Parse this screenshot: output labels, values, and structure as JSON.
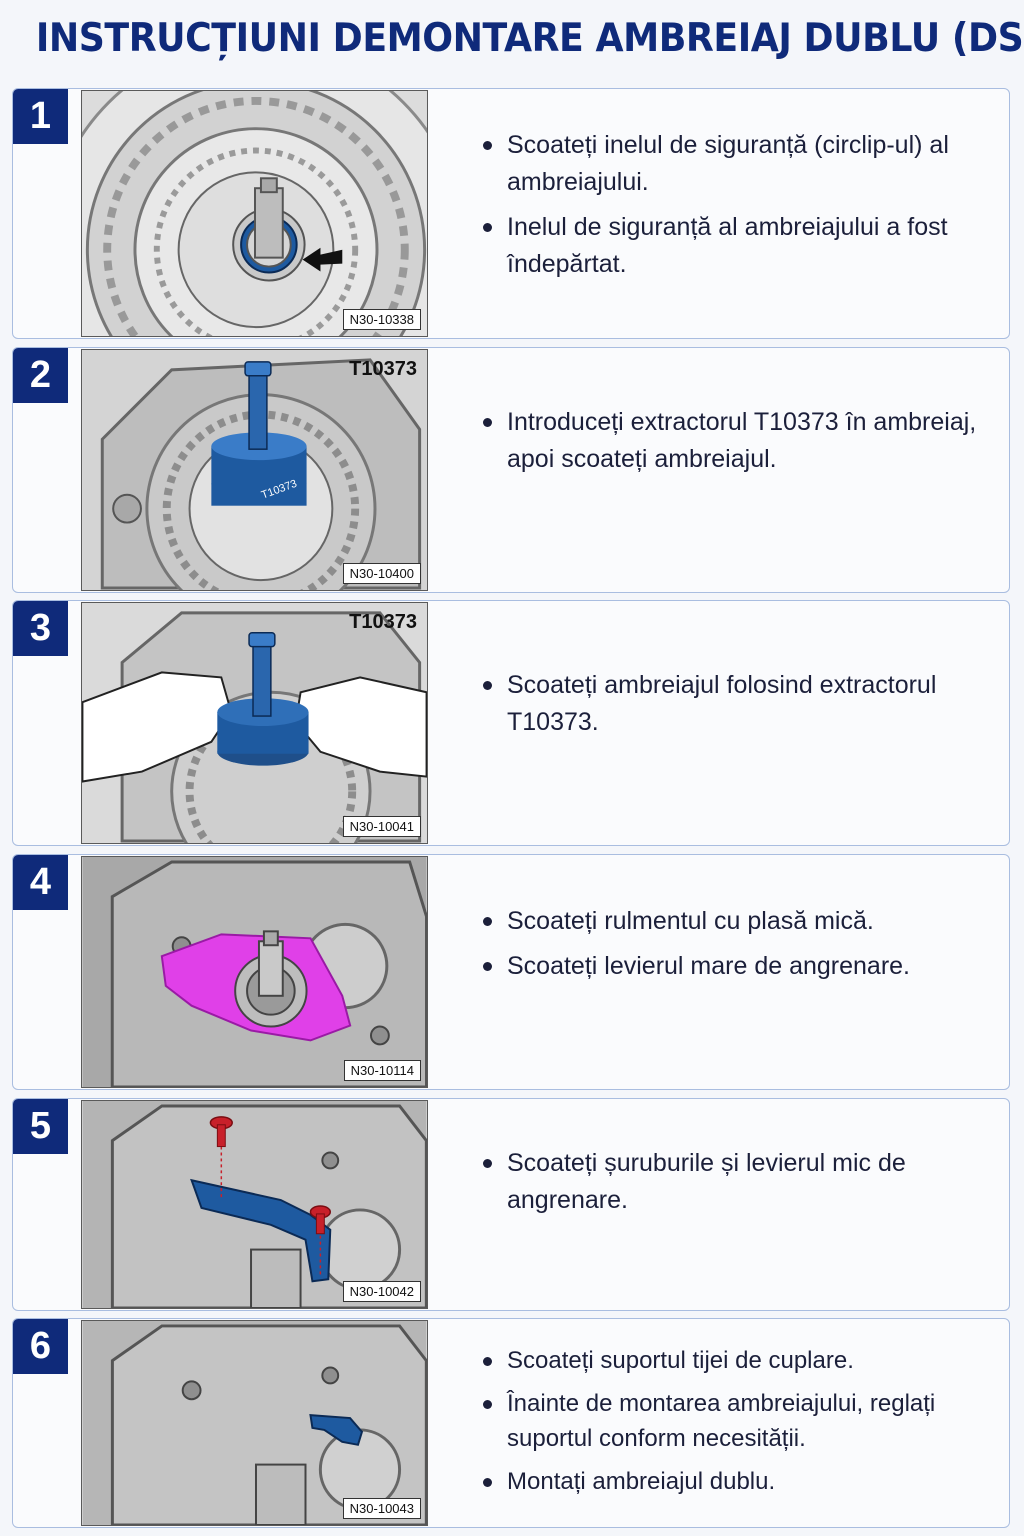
{
  "title": "INSTRUCȚIUNI DEMONTARE AMBREIAJ DUBLU (DSG)",
  "steps": [
    {
      "number": "1",
      "figure_code": "N30-10338",
      "tool_label": "",
      "bullets": [
        "Scoateți inelul de siguranță (circlip-ul) al ambreiajului.",
        "Inelul de siguranță al ambreiajului a fost îndepărtat."
      ]
    },
    {
      "number": "2",
      "figure_code": "N30-10400",
      "tool_label": "T10373",
      "tool_marking": "T10373",
      "bullets": [
        "Introduceți extractorul T10373 în ambreiaj, apoi scoateți ambreiajul."
      ]
    },
    {
      "number": "3",
      "figure_code": "N30-10041",
      "tool_label": "T10373",
      "bullets": [
        "Scoateți ambreiajul folosind extractorul T10373."
      ]
    },
    {
      "number": "4",
      "figure_code": "N30-10114",
      "tool_label": "",
      "bullets": [
        "Scoateți rulmentul cu plasă mică.",
        "Scoateți levierul mare de angrenare."
      ]
    },
    {
      "number": "5",
      "figure_code": "N30-10042",
      "tool_label": "",
      "bullets": [
        "Scoateți șuruburile și levierul mic de angrenare."
      ]
    },
    {
      "number": "6",
      "figure_code": "N30-10043",
      "tool_label": "",
      "bullets": [
        "Scoateți suportul tijei de cuplare.",
        "Înainte de montarea ambreiajului, reglați suportul conform necesității.",
        "Montați ambreiajul dublu."
      ]
    }
  ],
  "colors": {
    "title": "#0f2a7a",
    "badge": "#0f2a7a",
    "panel_border": "#a9bde0",
    "tool_blue": "#1e5aa0",
    "highlight_magenta": "#e040e8",
    "bolt_red": "#c8202a"
  },
  "icons": [
    "arrow-pointer-icon",
    "bolt-icon"
  ]
}
